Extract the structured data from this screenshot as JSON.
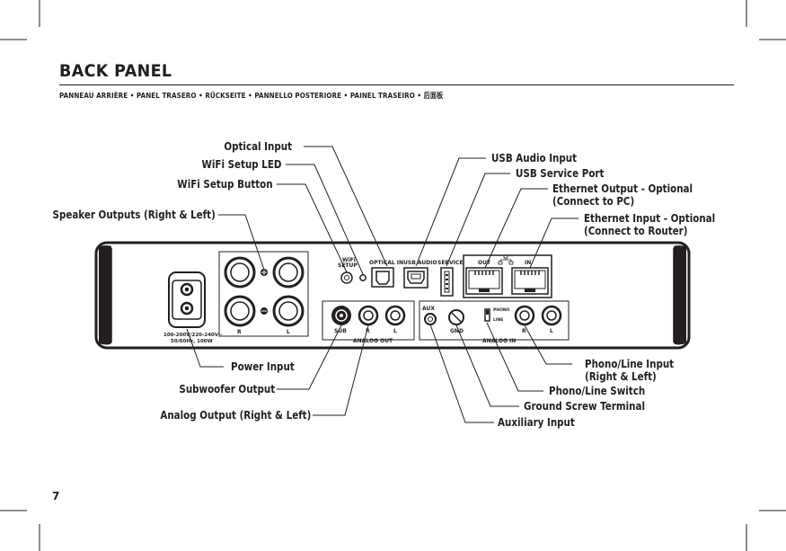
{
  "page": {
    "title": "BACK PANEL",
    "subtitle": "PANNEAU ARRIÈRE • PANEL TRASERO • RÜCKSEITE • PANNELLO POSTERIORE • PAINEL TRASEIRO • 后面板",
    "page_number": "7"
  },
  "callouts": {
    "optical_input": "Optical Input",
    "wifi_led": "WiFi Setup LED",
    "wifi_button": "WiFi Setup Button",
    "speaker_outputs": "Speaker Outputs (Right & Left)",
    "usb_audio": "USB Audio Input",
    "usb_service": "USB Service Port",
    "eth_out_1": "Ethernet Output - Optional",
    "eth_out_2": "(Connect to PC)",
    "eth_in_1": "Ethernet Input - Optional",
    "eth_in_2": "(Connect to Router)",
    "power_input": "Power Input",
    "sub_output": "Subwoofer Output",
    "analog_output": "Analog Output (Right & Left)",
    "phono_input_1": "Phono/Line Input",
    "phono_input_2": "(Right & Left)",
    "phono_switch": "Phono/Line Switch",
    "ground": "Ground Screw Terminal",
    "aux": "Auxiliary Input"
  },
  "device": {
    "wifi": "WiFi",
    "setup": "SETUP",
    "optical_in": "OPTICAL IN",
    "usb_audio": "USB AUDIO",
    "service": "SERVICE",
    "out": "OUT",
    "in": "IN",
    "r": "R",
    "l": "L",
    "sub": "SUB",
    "analog_out": "ANALOG OUT",
    "aux": "AUX",
    "gnd": "GND",
    "phono": "PHONO",
    "line": "LINE",
    "analog_in": "ANALOG IN",
    "power_rating_1": "100-200V/220-240V~",
    "power_rating_2": "50/60Hz, 100W"
  }
}
